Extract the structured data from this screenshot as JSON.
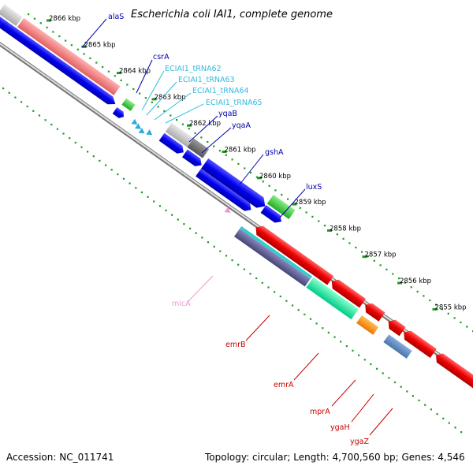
{
  "title": "Escherichia coli IAI1, complete genome",
  "footer": {
    "accession": "Accession: NC_011741",
    "topology": "Topology: circular; Length: 4,700,560 bp; Genes: 4,546"
  },
  "colors": {
    "forward_cds": "#0000ee",
    "reverse_cds": "#ee0000",
    "trna_label": "#33bbdd",
    "cds_forward_label": "#0000aa",
    "cds_reverse_label": "#cc0000",
    "ticks": "#229922"
  },
  "kbp_labels": [
    "2866 kbp",
    "2865 kbp",
    "2864 kbp",
    "2863 kbp",
    "2862 kbp",
    "2861 kbp",
    "2860 kbp",
    "2859 kbp",
    "2858 kbp",
    "2857 kbp",
    "2856 kbp",
    "2855 kbp"
  ],
  "forward_labels": [
    {
      "text": "alaS",
      "color": "#0000aa"
    },
    {
      "text": "csrA",
      "color": "#0000aa"
    },
    {
      "text": "ECIAI1_tRNA62",
      "color": "#33bbdd"
    },
    {
      "text": "ECIAI1_tRNA63",
      "color": "#33bbdd"
    },
    {
      "text": "ECIAI1_tRNA64",
      "color": "#33bbdd"
    },
    {
      "text": "ECIAI1_tRNA65",
      "color": "#33bbdd"
    },
    {
      "text": "yqaB",
      "color": "#0000aa"
    },
    {
      "text": "yqaA",
      "color": "#0000aa"
    },
    {
      "text": "gshA",
      "color": "#0000aa"
    },
    {
      "text": "luxS",
      "color": "#0000aa"
    }
  ],
  "reverse_labels": [
    {
      "text": "micA",
      "color": "#ee99cc"
    },
    {
      "text": "emrB",
      "color": "#cc0000"
    },
    {
      "text": "emrA",
      "color": "#cc0000"
    },
    {
      "text": "mprA",
      "color": "#cc0000"
    },
    {
      "text": "ygaH",
      "color": "#cc0000"
    },
    {
      "text": "ygaZ",
      "color": "#cc0000"
    }
  ]
}
